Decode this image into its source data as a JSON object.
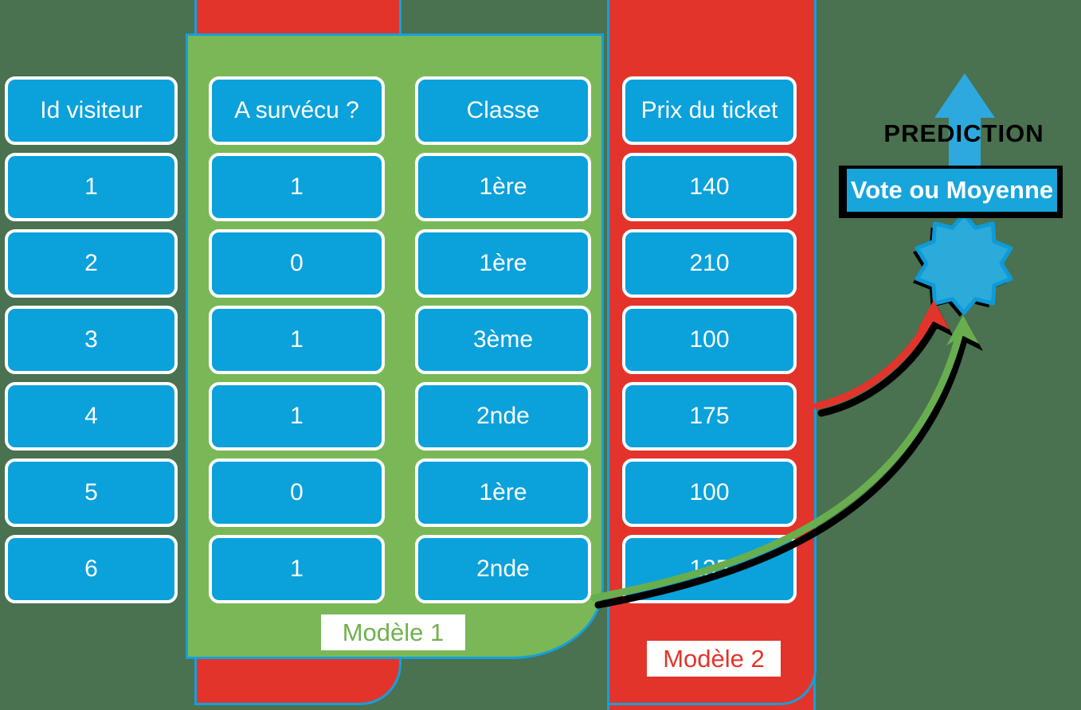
{
  "diagram_title": "ensemble-models-vote-or-average",
  "table": {
    "columns": [
      {
        "id": "id_visiteur",
        "header": "Id visiteur",
        "values": [
          "1",
          "2",
          "3",
          "4",
          "5",
          "6"
        ]
      },
      {
        "id": "a_survecu",
        "header": "A survécu ?",
        "values": [
          "1",
          "0",
          "1",
          "1",
          "0",
          "1"
        ]
      },
      {
        "id": "classe",
        "header": "Classe",
        "values": [
          "1ère",
          "1ère",
          "3ème",
          "2nde",
          "1ère",
          "2nde"
        ]
      },
      {
        "id": "prix_ticket",
        "header": "Prix du ticket",
        "values": [
          "140",
          "210",
          "100",
          "175",
          "100",
          "135"
        ]
      }
    ]
  },
  "labels": {
    "model1": "Modèle 1",
    "model2": "Modèle 2",
    "prediction": "PREDICTION",
    "vote": "Vote ou Moyenne"
  },
  "palette": {
    "background": "#4A7150",
    "cell_blue": "#0BA1DB",
    "panel_green": "#7AB857",
    "panel_red": "#E3342B",
    "border_blue": "#14A0DC",
    "arrow_blue": "#2EA9DF",
    "arrow_red": "#E3342B",
    "arrow_green": "#68AE4F",
    "star_fill": "#2BABDA",
    "star_stroke": "#0E9BD8",
    "shadow_black": "#000000"
  }
}
